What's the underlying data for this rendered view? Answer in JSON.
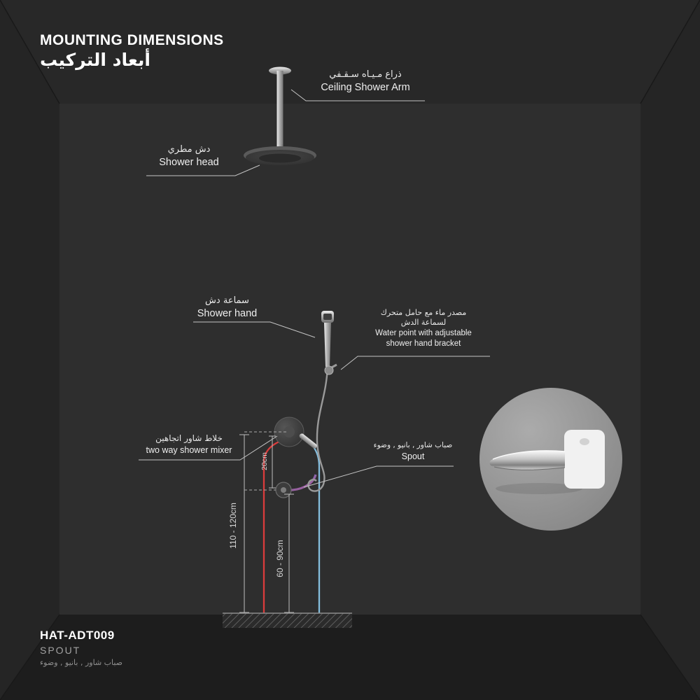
{
  "header": {
    "title_en": "MOUNTING DIMENSIONS",
    "title_ar": "أبعاد التركيب"
  },
  "labels": {
    "ceiling_arm": {
      "ar": "ذراع مـيـاه سـقـفي",
      "en": "Ceiling Shower Arm"
    },
    "shower_head": {
      "ar": "دش مطري",
      "en": "Shower head"
    },
    "shower_hand": {
      "ar": "سماعة دش",
      "en": "Shower hand"
    },
    "water_point": {
      "ar_line1": "مصدر ماء مع حامل متحرك",
      "ar_line2": "لسماعة الدش",
      "en_line1": "Water point with adjustable",
      "en_line2": "shower hand  bracket"
    },
    "mixer": {
      "ar": "خلاط شاور اتجاهين",
      "en": "two way shower mixer"
    },
    "spout": {
      "ar": "صباب شاور , بانيو , وضوء",
      "en": "Spout"
    }
  },
  "dimensions": {
    "mixer_floor": "110 - 120cm",
    "spout_floor": "60 - 90cm",
    "mixer_spout": "20cm"
  },
  "footer": {
    "model": "HAT-ADT009",
    "product_en": "SPOUT",
    "product_ar": "صباب شاور , بانيو , وضوء"
  },
  "colors": {
    "background": "#232323",
    "panel": "#2e2e2e",
    "pipe_purple": "#9c62a6",
    "line_red": "#da3c3c",
    "line_blue": "#85bede",
    "text_light": "#e9e9e9"
  }
}
